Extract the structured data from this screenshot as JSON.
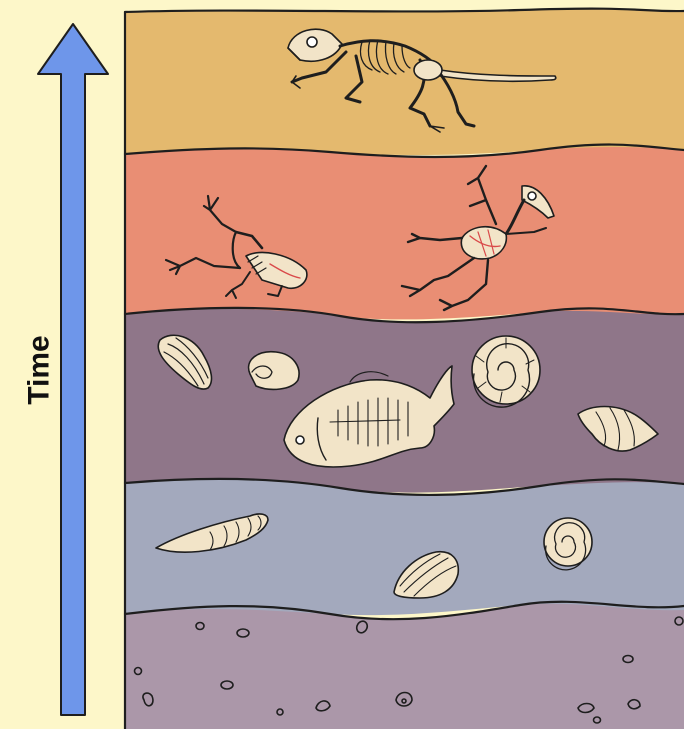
{
  "axis_label": "Time",
  "colors": {
    "background": "#fdf7c9",
    "arrow": "#6e96ea",
    "layer_top": "#e4b96e",
    "layer_2": "#e98e74",
    "layer_3": "#8f7689",
    "layer_4": "#a3a9bd",
    "layer_bottom": "#ab97a9",
    "fossil": "#f2e4c8",
    "outline": "#1e1e1e"
  },
  "layers": [
    {
      "name": "top-layer",
      "fossils": [
        "mammal-skeleton"
      ]
    },
    {
      "name": "second-layer",
      "fossils": [
        "frog-skeleton",
        "bird-skeleton"
      ]
    },
    {
      "name": "third-layer",
      "fossils": [
        "clam-shell",
        "snail-shell",
        "ammonite",
        "fish-fossil",
        "conch-shell"
      ]
    },
    {
      "name": "fourth-layer",
      "fossils": [
        "cone-shell",
        "ammonite-small",
        "clam-shell-small"
      ]
    },
    {
      "name": "bottom-layer",
      "fossils": [
        "pebbles"
      ]
    }
  ]
}
